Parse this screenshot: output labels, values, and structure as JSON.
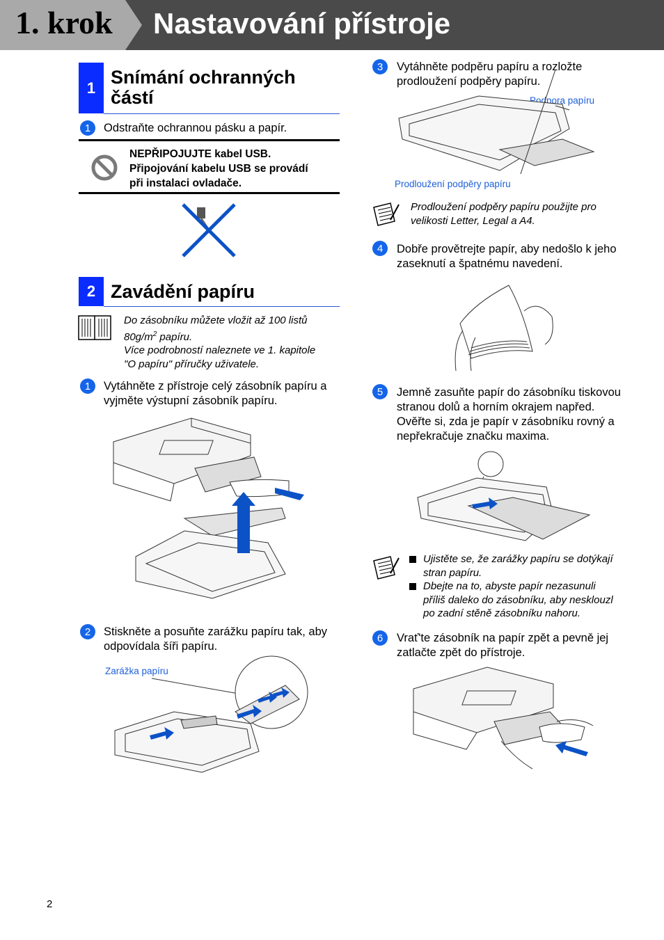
{
  "header": {
    "step": "1. krok",
    "title": "Nastavování přístroje"
  },
  "section1": {
    "number": "1",
    "title_line1": "Snímání ochranných",
    "title_line2": "částí",
    "steps": [
      {
        "n": "1",
        "text": "Odstraňte ochrannou pásku a papír."
      }
    ],
    "warning": {
      "line1": "NEPŘIPOJUJTE kabel USB.",
      "line2": "Připojování kabelu USB se provádí",
      "line3": "při instalaci ovladače."
    }
  },
  "section2": {
    "number": "2",
    "title": "Zavádění papíru",
    "note": {
      "line1": "Do zásobníku můžete vložit až 100 listů",
      "line2_pre": "80g/m",
      "line2_sup": "2",
      "line2_post": " papíru.",
      "line3": "Více podrobností naleznete ve 1. kapitole",
      "line4": "\"O papíru\" příručky uživatele."
    },
    "step1": {
      "n": "1",
      "line1": "Vytáhněte z přístroje celý zásobník papíru a",
      "line2": "vyjměte výstupní zásobník papíru."
    },
    "step2": {
      "n": "2",
      "line1": "Stiskněte a posuňte zarážku papíru tak, aby",
      "line2": "odpovídala šíři papíru."
    },
    "caption_guide": "Zarážka papíru"
  },
  "right": {
    "step3": {
      "n": "3",
      "line1": "Vytáhněte podpěru papíru a rozložte",
      "line2": "prodloužení podpěry papíru."
    },
    "caption_support": "Podpora papíru",
    "caption_extension": "Prodloužení podpěry papíru",
    "note3": {
      "line1": "Prodloužení podpěry papíru použijte pro",
      "line2": "velikosti Letter, Legal a A4."
    },
    "step4": {
      "n": "4",
      "line1": "Dobře provětrejte papír, aby nedošlo k jeho",
      "line2": "zaseknutí a špatnému navedení."
    },
    "step5": {
      "n": "5",
      "line1": "Jemně zasuňte papír do zásobníku tiskovou",
      "line2": "stranou dolů a horním okrajem napřed.",
      "line3": "Ověřte si, zda je papír v zásobníku rovný a",
      "line4": "nepřekračuje značku maxima."
    },
    "note5": {
      "item1_line1": "Ujistěte se, že zarážky papíru se dotýkají",
      "item1_line2": "stran papíru.",
      "item2_line1": "Dbejte na to, abyste papír nezasunuli",
      "item2_line2": "příliš daleko do zásobníku, aby nesklouzl",
      "item2_line3": "po zadní stěně zásobníku nahoru."
    },
    "step6": {
      "n": "6",
      "line1": "Vrať'te zásobník na papír zpět a pevně jej",
      "line2": "zatlačte zpět do přístroje."
    }
  },
  "footer": {
    "page_number": "2"
  },
  "colors": {
    "header_bg": "#4a4a4a",
    "step_tab_bg": "#a9a9a9",
    "accent_blue": "#0a2cff",
    "bullet_blue": "#1565e8",
    "caption_blue": "#1d5fd8"
  },
  "icons": [
    "no-entry-icon",
    "usb-cross-icon",
    "book-icon",
    "memo-note-icon"
  ]
}
